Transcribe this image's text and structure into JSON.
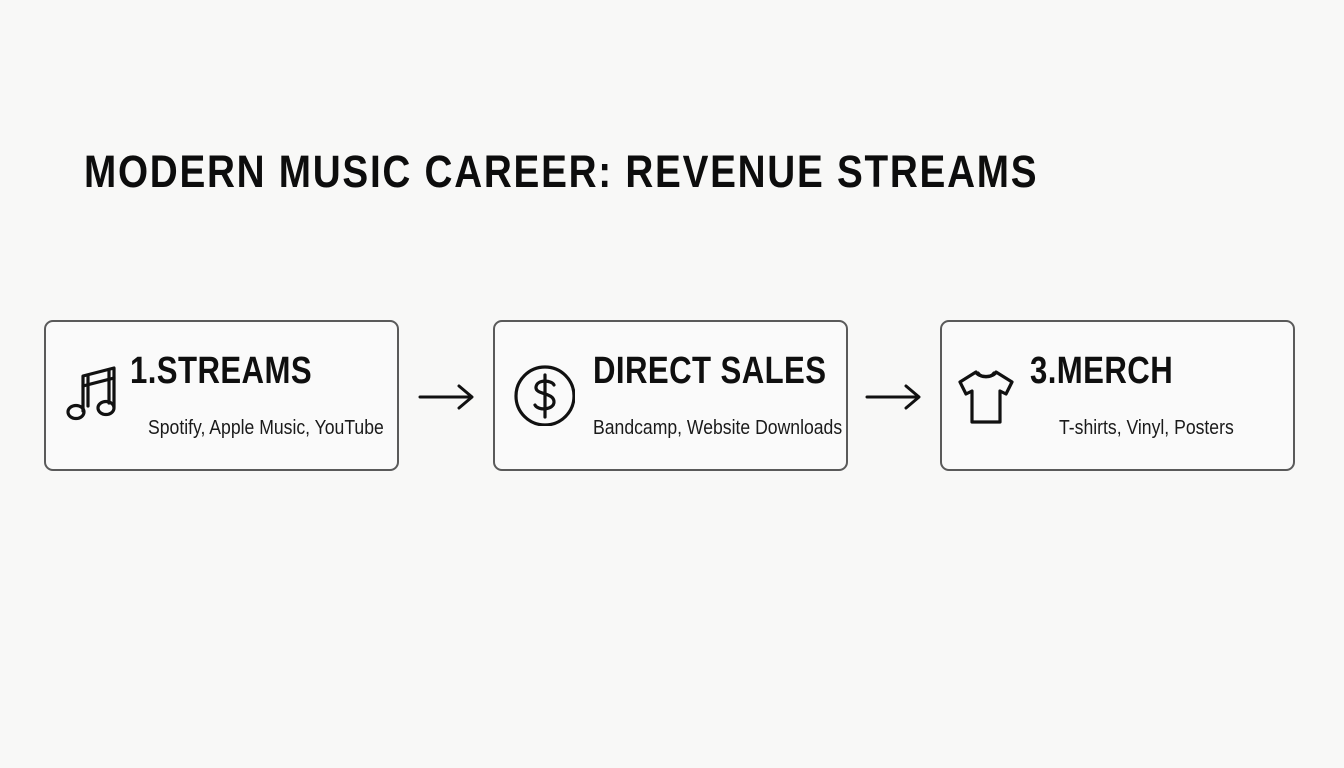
{
  "title": "MODERN MUSIC CAREER: REVENUE STREAMS",
  "steps": [
    {
      "label": "1.STREAMS",
      "description": "Spotify, Apple Music, YouTube",
      "icon": "music-note-icon"
    },
    {
      "label": "DIRECT SALES",
      "description": "Bandcamp, Website Downloads",
      "icon": "dollar-coin-icon"
    },
    {
      "label": "3.MERCH",
      "description": "T-shirts, Vinyl, Posters",
      "icon": "t-shirt-icon"
    }
  ],
  "connectors": [
    {
      "icon": "arrow-right-icon"
    },
    {
      "icon": "arrow-right-icon"
    }
  ],
  "colors": {
    "background": "#f8f8f7",
    "text": "#111111",
    "border": "#5a5a5a"
  }
}
